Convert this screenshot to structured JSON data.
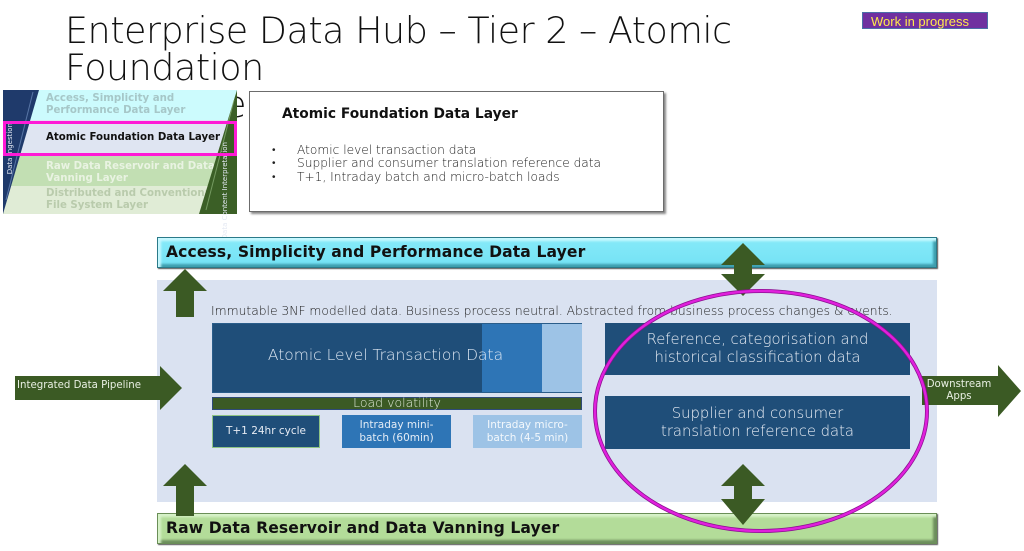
{
  "title": {
    "line1": "Enterprise Data Hub – Tier 2 – Atomic Foundation",
    "line2": "Data Layer"
  },
  "badge": {
    "label": "Work in progress",
    "background": "#7030a0",
    "text_color": "#ffe94a"
  },
  "mini_stack": {
    "layers": [
      {
        "label": "Access, Simplicity and Performance Data Layer",
        "highlighted": false
      },
      {
        "label": "Atomic Foundation Data Layer",
        "highlighted": true
      },
      {
        "label": "Raw Data Reservoir and Data Vanning Layer",
        "highlighted": false
      },
      {
        "label": "Distributed and Conventional File System Layer",
        "highlighted": false
      }
    ],
    "left_axis_label": "Data Ingestion",
    "right_axis_label": "Data Content Interpretation",
    "highlight_color": "#ff1ad6"
  },
  "detail": {
    "title": "Atomic Foundation Data Layer",
    "bullets": [
      "Atomic level transaction data",
      "Supplier and consumer translation reference data",
      "T+1, Intraday batch and micro-batch loads"
    ]
  },
  "diagram": {
    "top_layer": "Access, Simplicity and Performance Data Layer",
    "bottom_layer": "Raw Data Reservoir and Data Vanning Layer",
    "caption": "Immutable 3NF modelled data. Business process neutral. Abstracted from business process changes & events.",
    "atomic_block": "Atomic Level Transaction Data",
    "load_volatility": "Load volatility",
    "cycles": [
      {
        "label": "T+1 24hr cycle"
      },
      {
        "label": "Intraday mini-batch (60min)"
      },
      {
        "label": "Intraday micro-batch (4-5 min)"
      }
    ],
    "reference_blocks": [
      "Reference, categorisation and historical classification data",
      "Supplier and consumer translation reference data"
    ],
    "input_arrow": "Integrated Data Pipeline",
    "output_arrow": "Downstream Apps",
    "colors": {
      "dark_blue": "#1f4e79",
      "mid_blue": "#2e75b6",
      "light_blue": "#9dc3e6",
      "arrow_green": "#3b5a24",
      "panel": "#dae2f1",
      "top_layer": "#78e4f6",
      "bottom_layer": "#b3dc99",
      "ellipse": "#d41ad0"
    }
  }
}
